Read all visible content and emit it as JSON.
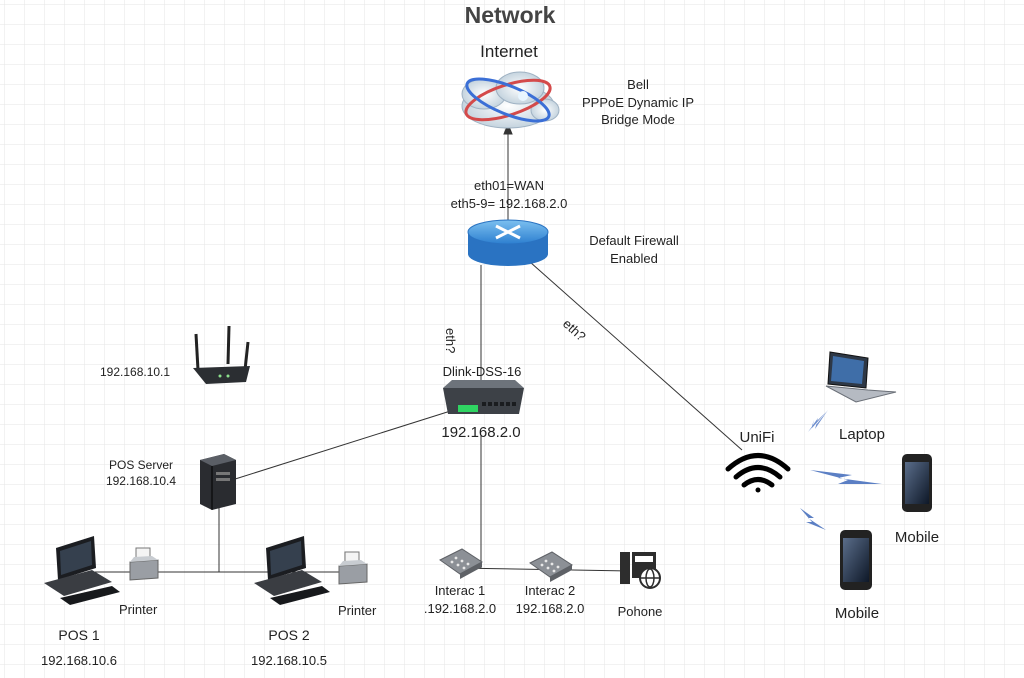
{
  "title": "Network",
  "internet": {
    "label": "Internet",
    "isp": [
      "Bell",
      "PPPoE Dynamic IP",
      "Bridge Mode"
    ]
  },
  "router": {
    "ports": [
      "eth01=WAN",
      "eth5-9= 192.168.2.0"
    ],
    "firewall": [
      "Default Firewall",
      "Enabled"
    ]
  },
  "links": {
    "router_switch": "eth?",
    "router_unifi": "eth?"
  },
  "switch": {
    "name": "Dlink-DSS-16",
    "ip": "192.168.2.0"
  },
  "wifi_router": {
    "ip": "192.168.10.1"
  },
  "pos_server": {
    "name": "POS Server",
    "ip": "192.168.10.4"
  },
  "pos1": {
    "name": "POS 1",
    "ip": "192.168.10.6",
    "printer": "Printer"
  },
  "pos2": {
    "name": "POS 2",
    "ip": "192.168.10.5",
    "printer": "Printer"
  },
  "interac1": {
    "name": "Interac 1",
    "ip": ".192.168.2.0"
  },
  "interac2": {
    "name": "Interac 2",
    "ip": "192.168.2.0"
  },
  "phone": {
    "name": "Pohone"
  },
  "unifi": {
    "name": "UniFi"
  },
  "clients": {
    "laptop": "Laptop",
    "mobile1": "Mobile",
    "mobile2": "Mobile"
  },
  "colors": {
    "line": "#333333",
    "router": "#3a8fd9",
    "wave": "#5b7fc4",
    "grid": "#e6e6e6"
  },
  "icons": [
    "cloud-icon",
    "router-icon",
    "switch-icon",
    "wireless-router-icon",
    "server-icon",
    "pc-icon",
    "printer-icon",
    "terminal-icon",
    "ip-phone-icon",
    "wifi-icon",
    "laptop-icon",
    "mobile-icon",
    "lightning-icon"
  ]
}
